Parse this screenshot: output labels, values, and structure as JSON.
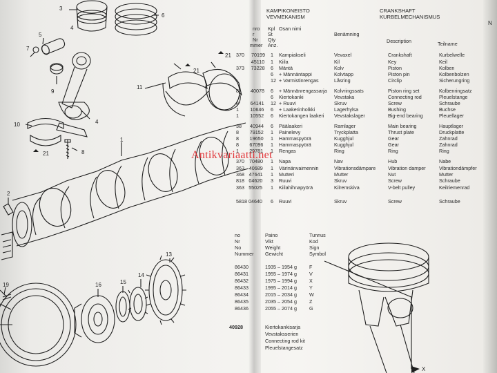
{
  "header": {
    "fi_title": "KAMPIKONEISTO",
    "sv_title": "VEVMEKANISM",
    "en_title": "CRANKSHAFT",
    "de_title": "KURBELMECHANISMUS"
  },
  "columns": {
    "a": "nro",
    "b": "Kpl",
    "b2": "St",
    "b3": "Qty",
    "b4": "Anz.",
    "c": "Osan nimi",
    "d": "Benämning",
    "e": "Description",
    "f": "Teilname",
    "a2": "r",
    "a3": "Nr",
    "a4": "mmer"
  },
  "parts": [
    {
      "no": "70199",
      "qty": "1",
      "fi": "Kampiakseli",
      "sv": "Vevaxel",
      "en": "Crankshaft",
      "de": "Kurbelwelle"
    },
    {
      "no": "45110",
      "qty": "1",
      "fi": "Kiila",
      "sv": "Kil",
      "en": "Key",
      "de": "Keil"
    },
    {
      "no": "73228",
      "qty": "6",
      "fi": "Mäntä",
      "sv": "Kolv",
      "en": "Piston",
      "de": "Kolben"
    },
    {
      "no": "",
      "qty": "6",
      "fi": "+ Männäntappi",
      "sv": "Kolvtapp",
      "en": "Piston pin",
      "de": "Kolbenbolzen"
    },
    {
      "no": "",
      "qty": "12",
      "fi": "+ Varmistinrengas",
      "sv": "Låsring",
      "en": "Circlip",
      "de": "Sicherungring"
    },
    {
      "no": "40078",
      "qty": "6",
      "fi": "+ Männänrengassarja",
      "sv": "Kolvringssats",
      "en": "Piston ring set",
      "de": "Kolbenringsatz"
    },
    {
      "no": "",
      "qty": "6",
      "fi": "Kiertokanki",
      "sv": "Vevstaka",
      "en": "Connecting rod",
      "de": "Pleuelstange"
    },
    {
      "no": "64141",
      "qty": "12",
      "fi": "+ Ruuvi",
      "sv": "Skruv",
      "en": "Screw",
      "de": "Schraube"
    },
    {
      "no": "10646",
      "qty": "6",
      "fi": "+ Laakerinholkki",
      "sv": "Lagerhylsa",
      "en": "Bushing",
      "de": "Buchse"
    },
    {
      "no": "10552",
      "qty": "6",
      "fi": "Kiertokangen laakeri",
      "sv": "Vevstakslager",
      "en": "Big-end bearing",
      "de": "Pleuellager"
    },
    {
      "no": "40944",
      "qty": "6",
      "fi": "Päälaakeri",
      "sv": "Ramlager",
      "en": "Main bearing",
      "de": "Hauptlager"
    },
    {
      "no": "79152",
      "qty": "1",
      "fi": "Painelevy",
      "sv": "Tryckplatta",
      "en": "Thrust plate",
      "de": "Druckplatte"
    },
    {
      "no": "19650",
      "qty": "1",
      "fi": "Hammaspyörä",
      "sv": "Kugghjul",
      "en": "Gear",
      "de": "Zahnrad"
    },
    {
      "no": "67096",
      "qty": "1",
      "fi": "Hammaspyörä",
      "sv": "Kugghjul",
      "en": "Gear",
      "de": "Zahnrad"
    },
    {
      "no": "29781",
      "qty": "1",
      "fi": "Rengas",
      "sv": "Ring",
      "en": "Ring",
      "de": "Ring"
    },
    {
      "no": "70480",
      "qty": "1",
      "fi": "Napa",
      "sv": "Nav",
      "en": "Hub",
      "de": "Nabe"
    },
    {
      "no": "40689",
      "qty": "1",
      "fi": "Värinänvaimennin",
      "sv": "Vibrationsdämpare",
      "en": "Vibration damper",
      "de": "Vibrationdämpfer"
    },
    {
      "no": "47641",
      "qty": "1",
      "fi": "Mutteri",
      "sv": "Mutter",
      "en": "Nut",
      "de": "Mutter"
    },
    {
      "no": "04620",
      "qty": "3",
      "fi": "Ruuvi",
      "sv": "Skruv",
      "en": "Screw",
      "de": "Schraube"
    },
    {
      "no": "55025",
      "qty": "1",
      "fi": "Kiilahihnapyörä",
      "sv": "Kilremskiva",
      "en": "V-belt pulley",
      "de": "Keilriemenrad"
    },
    {
      "no": "04640",
      "qty": "6",
      "fi": "Ruuvi",
      "sv": "Skruv",
      "en": "Screw",
      "de": "Schraube"
    }
  ],
  "part_prefixes": [
    "370",
    "",
    "373",
    "",
    "",
    "8",
    "",
    "8",
    "1",
    "1",
    "38",
    "8",
    "8",
    "8",
    "1",
    "370",
    "363",
    "368",
    "818",
    "363",
    "5818"
  ],
  "weights_header": {
    "col1": [
      "no",
      "Nr",
      "No",
      "Nummer"
    ],
    "col2": [
      "Paino",
      "Vikt",
      "Weight",
      "Gewicht"
    ],
    "col3": [
      "Tunnus",
      "Kod",
      "Sign",
      "Symbol"
    ]
  },
  "weights": [
    {
      "no": "86430",
      "range": "1935 – 1954 g",
      "sym": "F"
    },
    {
      "no": "86431",
      "range": "1955 – 1974 g",
      "sym": "V"
    },
    {
      "no": "86432",
      "range": "1975 – 1994 g",
      "sym": "X"
    },
    {
      "no": "86433",
      "range": "1995 – 2014 g",
      "sym": "Y"
    },
    {
      "no": "86434",
      "range": "2015 – 2034 g",
      "sym": "W"
    },
    {
      "no": "86435",
      "range": "2035 – 2054 g",
      "sym": "Z"
    },
    {
      "no": "86436",
      "range": "2055 – 2074 g",
      "sym": "G"
    }
  ],
  "kit": {
    "no": "40928",
    "lines": [
      "Kiertokankisarja",
      "Vevstaksserien",
      "Connecting rod kit",
      "Pleuelstangesatz"
    ]
  },
  "callouts": {
    "n1": "1",
    "n2": "2",
    "n3": "3",
    "n4": "4",
    "n5": "5",
    "n6": "6",
    "n7": "7",
    "n8": "8",
    "n9": "9",
    "n10": "10",
    "n11": "11",
    "n13": "13",
    "n14": "14",
    "n15": "15",
    "n16": "16",
    "n19": "19",
    "n21a": "21",
    "n21b": "21",
    "n21c": "21",
    "x": "X"
  },
  "watermark": "Antikvariaatti.net",
  "edge_letter": "N"
}
